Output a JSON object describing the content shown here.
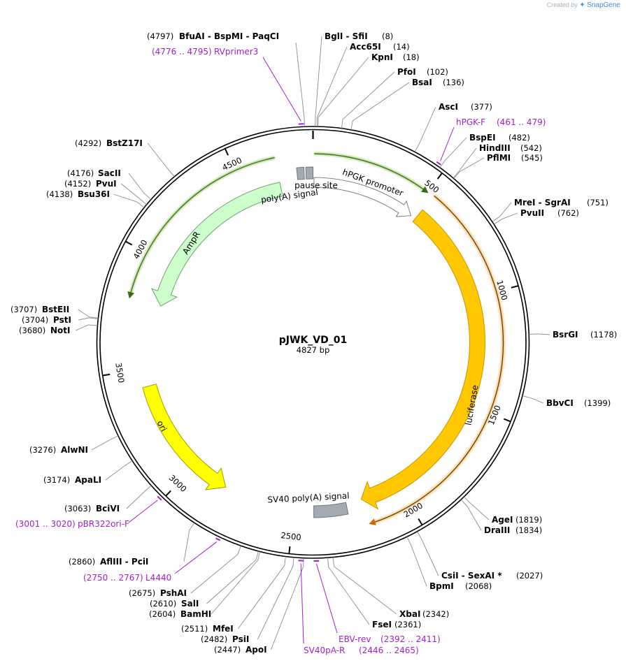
{
  "credit": {
    "prefix": "Created by",
    "brand": "SnapGene"
  },
  "plasmid": {
    "name": "pJWK_VD_01",
    "length_label": "4827 bp",
    "length": 4827
  },
  "ticks": [
    {
      "pos": 500,
      "label": "500"
    },
    {
      "pos": 1000,
      "label": "1000"
    },
    {
      "pos": 1500,
      "label": "1500"
    },
    {
      "pos": 2000,
      "label": "2000"
    },
    {
      "pos": 2500,
      "label": "2500"
    },
    {
      "pos": 3000,
      "label": "3000"
    },
    {
      "pos": 3500,
      "label": "3500"
    },
    {
      "pos": 4000,
      "label": "4000"
    },
    {
      "pos": 4500,
      "label": "4500"
    }
  ],
  "features": [
    {
      "name": "hPGK promoter",
      "start": 5,
      "end": 505,
      "type": "promoter",
      "strand": 1,
      "fill": "#ffffff",
      "stroke": "#808080",
      "text_color": "#000000",
      "outer_color": "#5fa820"
    },
    {
      "name": "luciferase",
      "start": 530,
      "end": 2185,
      "type": "cds",
      "strand": 1,
      "fill": "#ffc800",
      "stroke": "#c89600",
      "text_color": "#000000",
      "outer_color": "#e89830"
    },
    {
      "name": "SV40 poly(A) signal",
      "start": 2285,
      "end": 2410,
      "type": "signal",
      "strand": 0,
      "fill": "#a4aab2",
      "stroke": "#707880",
      "text_color": "#000000"
    },
    {
      "name": "ori",
      "start": 3420,
      "end": 2830,
      "type": "origin",
      "strand": -1,
      "fill": "#ffff00",
      "stroke": "#a0a000",
      "text_color": "#000000"
    },
    {
      "name": "AmpR",
      "start": 4670,
      "end": 3800,
      "type": "cds",
      "strand": -1,
      "fill": "#ccffcc",
      "stroke": "#70a070",
      "text_color": "#000000",
      "outer_color": "#5fa820"
    },
    {
      "name": "poly(A) signal",
      "start": 4755,
      "end": 4787,
      "type": "signal",
      "strand": 0,
      "fill": "#a4aab2",
      "stroke": "#707880",
      "text_color": "#000000"
    },
    {
      "name": "pause site",
      "start": 4795,
      "end": 4827,
      "type": "signal",
      "strand": 0,
      "fill": "#a4aab2",
      "stroke": "#707880",
      "text_color": "#000000"
    }
  ],
  "sites": [
    {
      "pos": 4797,
      "label": "BfuAI  -  BspMI  -  PaqCI",
      "pos_label": "(4797)"
    },
    {
      "pos": 8,
      "label": "BglI  -  SfiI",
      "pos_label": "(8)"
    },
    {
      "pos": 14,
      "label": "Acc65I",
      "pos_label": "(14)"
    },
    {
      "pos": 18,
      "label": "KpnI",
      "pos_label": "(18)"
    },
    {
      "pos": 102,
      "label": "PfoI",
      "pos_label": "(102)"
    },
    {
      "pos": 136,
      "label": "BsaI",
      "pos_label": "(136)"
    },
    {
      "pos": 377,
      "label": "AscI",
      "pos_label": "(377)"
    },
    {
      "pos": 482,
      "label": "BspEI",
      "pos_label": "(482)"
    },
    {
      "pos": 542,
      "label": "HindIII",
      "pos_label": "(542)"
    },
    {
      "pos": 545,
      "label": "PflMI",
      "pos_label": "(545)"
    },
    {
      "pos": 751,
      "label": "MreI  -  SgrAI",
      "pos_label": "(751)"
    },
    {
      "pos": 762,
      "label": "PvuII",
      "pos_label": "(762)"
    },
    {
      "pos": 1178,
      "label": "BsrGI",
      "pos_label": "(1178)"
    },
    {
      "pos": 1399,
      "label": "BbvCI",
      "pos_label": "(1399)"
    },
    {
      "pos": 1819,
      "label": "AgeI",
      "pos_label": "(1819)"
    },
    {
      "pos": 1834,
      "label": "DraIII",
      "pos_label": "(1834)"
    },
    {
      "pos": 2027,
      "label": "CsiI  -  SexAI *",
      "pos_label": "(2027)"
    },
    {
      "pos": 2068,
      "label": "BpmI",
      "pos_label": "(2068)"
    },
    {
      "pos": 2342,
      "label": "XbaI",
      "pos_label": "(2342)"
    },
    {
      "pos": 2361,
      "label": "FseI",
      "pos_label": "(2361)"
    },
    {
      "pos": 2447,
      "label": "ApoI",
      "pos_label": "(2447)"
    },
    {
      "pos": 2482,
      "label": "PsiI",
      "pos_label": "(2482)"
    },
    {
      "pos": 2511,
      "label": "MfeI",
      "pos_label": "(2511)"
    },
    {
      "pos": 2604,
      "label": "BamHI",
      "pos_label": "(2604)"
    },
    {
      "pos": 2610,
      "label": "SalI",
      "pos_label": "(2610)"
    },
    {
      "pos": 2675,
      "label": "PshAI",
      "pos_label": "(2675)"
    },
    {
      "pos": 2860,
      "label": "AflIII  -  PciI",
      "pos_label": "(2860)"
    },
    {
      "pos": 3063,
      "label": "BciVI",
      "pos_label": "(3063)"
    },
    {
      "pos": 3174,
      "label": "ApaLI",
      "pos_label": "(3174)"
    },
    {
      "pos": 3276,
      "label": "AlwNI",
      "pos_label": "(3276)"
    },
    {
      "pos": 3680,
      "label": "NotI",
      "pos_label": "(3680)"
    },
    {
      "pos": 3704,
      "label": "PstI",
      "pos_label": "(3704)"
    },
    {
      "pos": 3707,
      "label": "BstEII",
      "pos_label": "(3707)"
    },
    {
      "pos": 4138,
      "label": "Bsu36I",
      "pos_label": "(4138)"
    },
    {
      "pos": 4152,
      "label": "PvuI",
      "pos_label": "(4152)"
    },
    {
      "pos": 4176,
      "label": "SacII",
      "pos_label": "(4176)"
    },
    {
      "pos": 4292,
      "label": "BstZ17I",
      "pos_label": "(4292)"
    }
  ],
  "primers": [
    {
      "start": 4776,
      "end": 4795,
      "label": "RVprimer3",
      "range_label": "(4776 .. 4795)"
    },
    {
      "start": 461,
      "end": 479,
      "label": "hPGK-F",
      "range_label": "(461 .. 479)"
    },
    {
      "start": 3001,
      "end": 3020,
      "label": "pBR322ori-F",
      "range_label": "(3001 .. 3020)"
    },
    {
      "start": 2750,
      "end": 2767,
      "label": "L4440",
      "range_label": "(2750 .. 2767)"
    },
    {
      "start": 2392,
      "end": 2411,
      "label": "EBV-rev",
      "range_label": "(2392 .. 2411)"
    },
    {
      "start": 2446,
      "end": 2465,
      "label": "SV40pA-R",
      "range_label": "(2446 .. 2465)"
    }
  ]
}
